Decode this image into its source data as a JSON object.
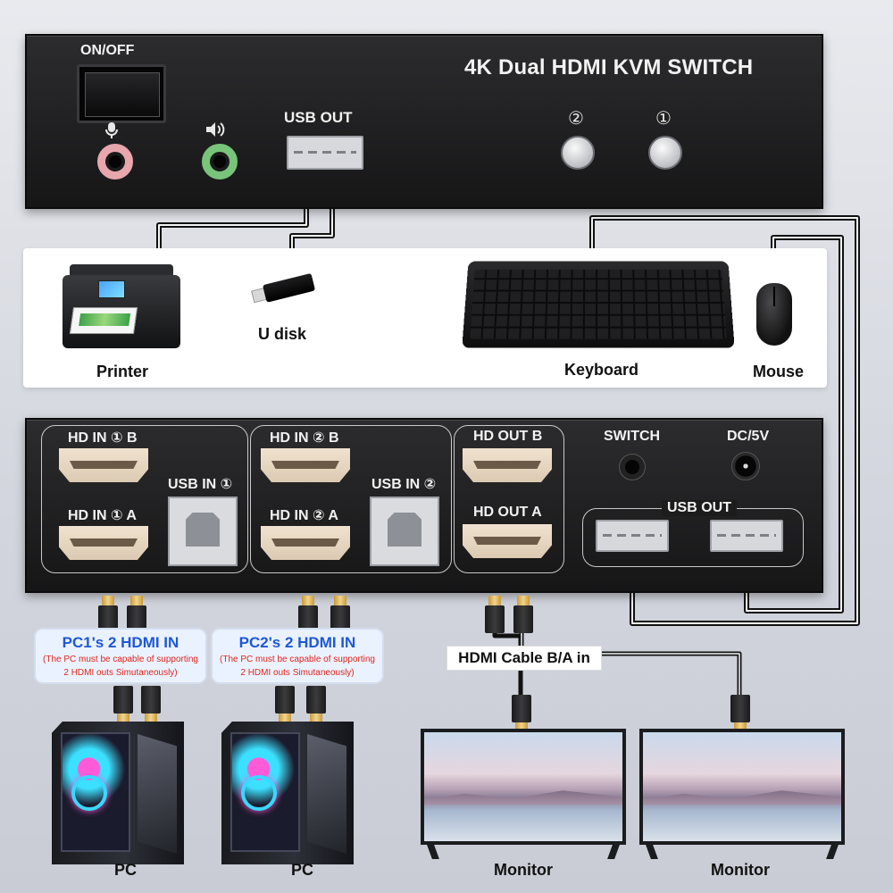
{
  "front_panel": {
    "title": "4K Dual HDMI KVM SWITCH",
    "power_label": "ON/OFF",
    "mic_icon": "microphone-icon",
    "speaker_icon": "speaker-icon",
    "usb_out_label": "USB OUT",
    "select_buttons": [
      {
        "label": "②"
      },
      {
        "label": "①"
      }
    ],
    "mic_jack_color": "#e8a6ad",
    "speaker_jack_color": "#78c47b"
  },
  "peripherals": {
    "printer": "Printer",
    "udisk": "U disk",
    "keyboard": "Keyboard",
    "mouse": "Mouse"
  },
  "back_panel": {
    "hd_in_1_b": "HD IN ① B",
    "hd_in_1_a": "HD IN ① A",
    "usb_in_1": "USB IN ①",
    "hd_in_2_b": "HD IN ② B",
    "hd_in_2_a": "HD IN ② A",
    "usb_in_2": "USB IN ②",
    "hd_out_b": "HD OUT B",
    "hd_out_a": "HD OUT A",
    "switch": "SWITCH",
    "dc": "DC/5V",
    "usb_out": "USB OUT"
  },
  "callouts": {
    "pc1_head": "PC1's 2 HDMI IN",
    "pc2_head": "PC2's  2 HDMI IN",
    "note_line1": "(The PC must be capable of supporting",
    "note_line2": "2 HDMI outs Simutaneously)",
    "head_color": "#1d58d6",
    "note_color": "#e0251b"
  },
  "cable_label": "HDMI Cable B/A in",
  "bottom": {
    "pc1": "PC",
    "pc2": "PC",
    "monitor1": "Monitor",
    "monitor2": "Monitor"
  }
}
